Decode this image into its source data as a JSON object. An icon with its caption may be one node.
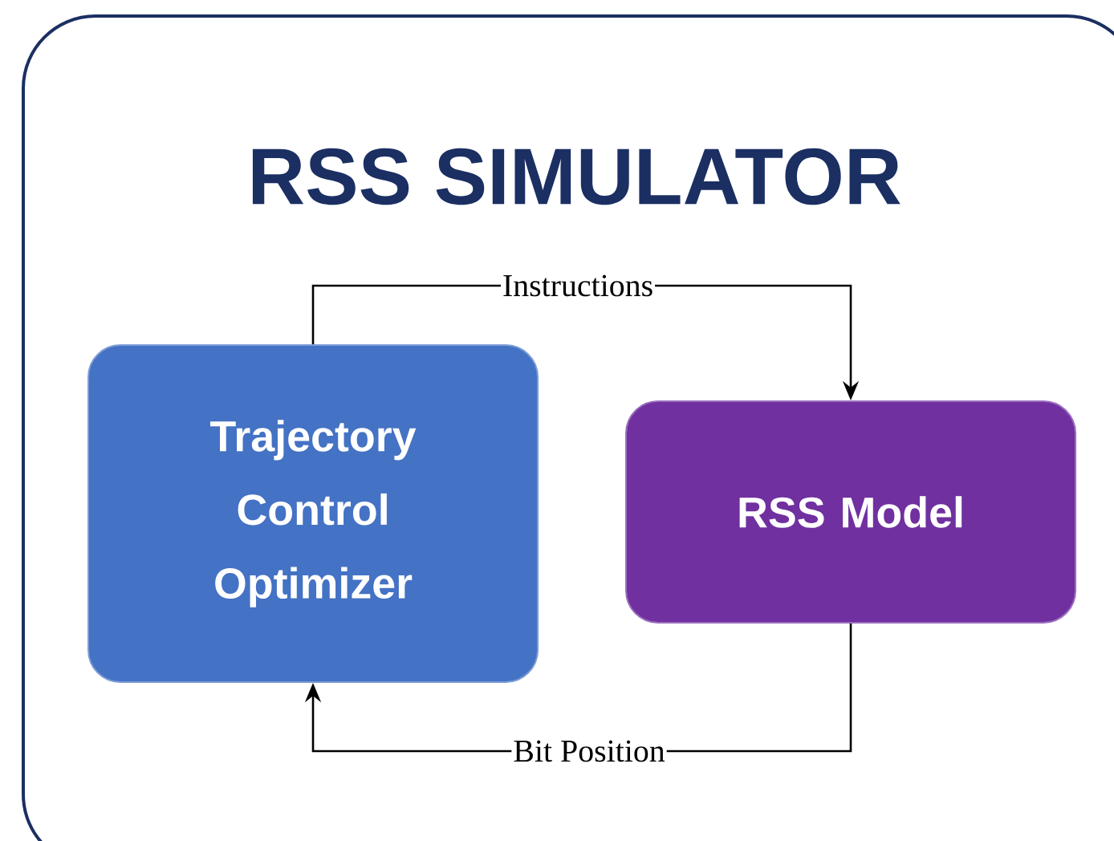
{
  "diagram": {
    "nodes": [
      {
        "text": [
          "RSS SIMULATOR"
        ]
      },
      {
        "text": [
          "Trajectory Control Optimizer"
        ],
        "in": 0
      },
      {
        "text": [
          "RSS Model"
        ],
        "in": 0
      }
    ],
    "edges": [
      {
        "from": 1,
        "to": 2,
        "arrow": "to",
        "label": "Instructions"
      },
      {
        "from": 2,
        "to": 1,
        "arrow": "to",
        "label": "Bit Position"
      }
    ]
  }
}
